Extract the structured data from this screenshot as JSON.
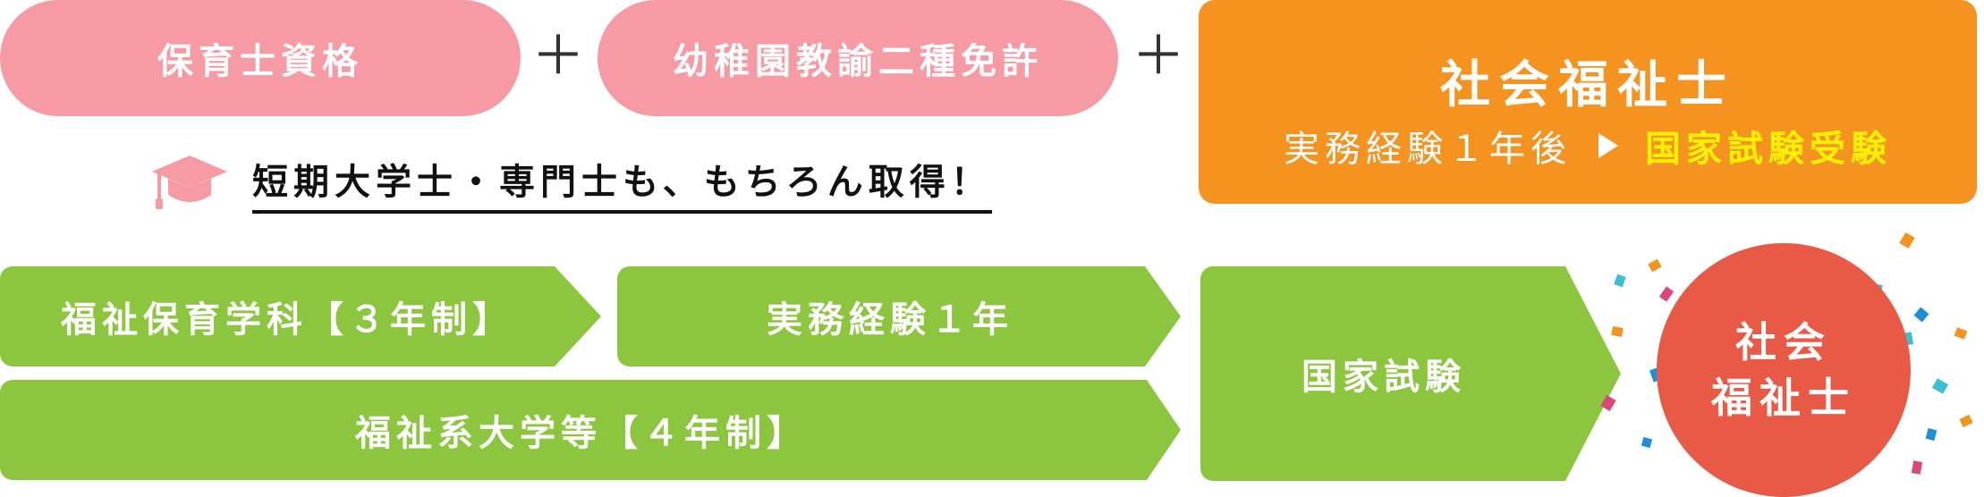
{
  "qualifications": {
    "hoikushi": "保育士資格",
    "plus1": "＋",
    "kyoyu": "幼稚園教諭二種免許",
    "plus2": "＋"
  },
  "social_worker_box": {
    "title": "社会福祉士",
    "condition": "実務経験１年後",
    "exam": "国家試験受験"
  },
  "note": {
    "text": "短期大学士・専門士も、もちろん取得！",
    "icon": "graduation-cap-icon"
  },
  "paths": {
    "course3": "福祉保育学科【３年制】",
    "experience": "実務経験１年",
    "course4": "福祉系大学等【４年制】",
    "national_exam": "国家試験"
  },
  "result": {
    "line1": "社会",
    "line2": "福祉士"
  },
  "colors": {
    "pink": "#f69aa4",
    "orange": "#f59321",
    "yellow": "#fff200",
    "green": "#8cc63f",
    "red": "#e85a45"
  }
}
